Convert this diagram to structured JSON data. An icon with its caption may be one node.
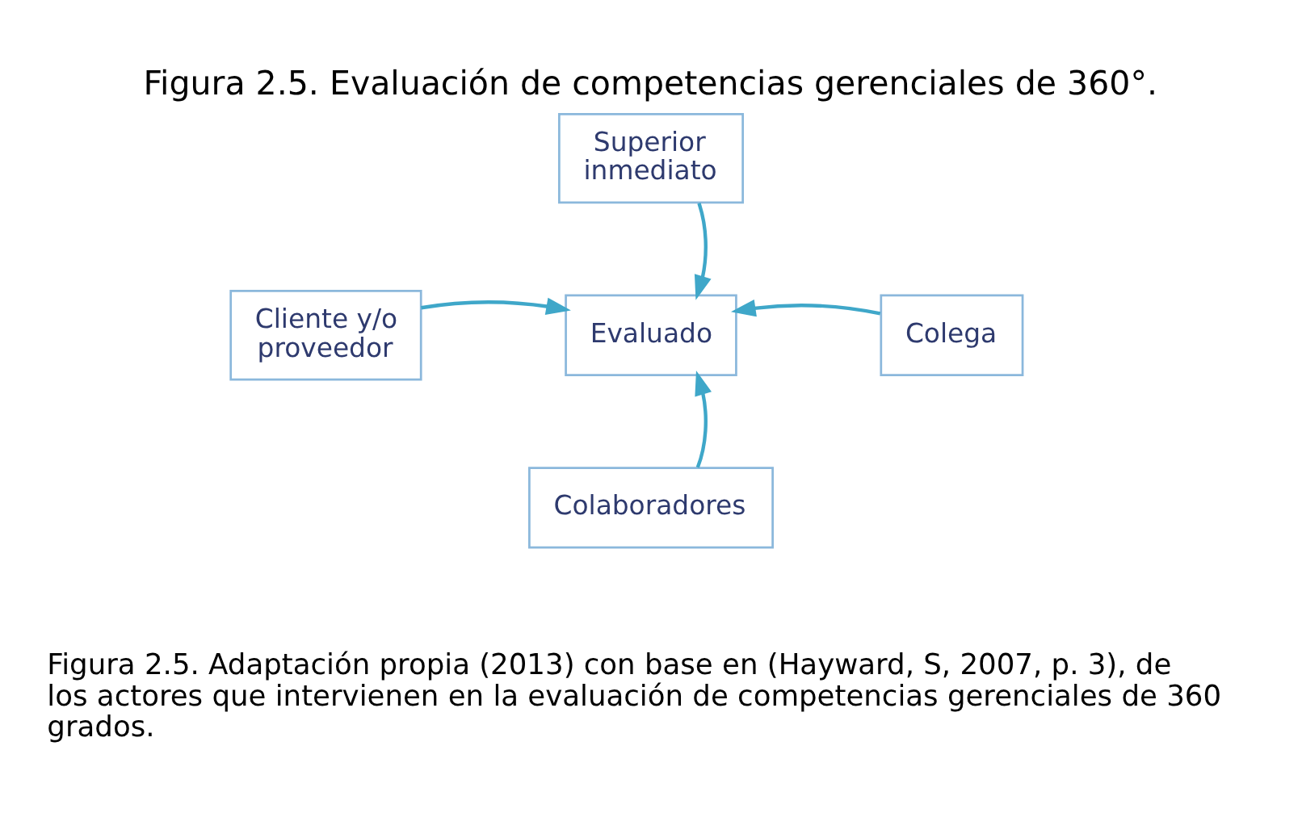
{
  "diagram": {
    "title": "Figura 2.5. Evaluación de competencias gerenciales de 360°.",
    "caption": "Figura 2.5. Adaptación propia (2013) con base en (Hayward, S, 2007, p. 3), de los actores que intervienen en la evaluación de competencias gerenciales de 360 grados.",
    "nodes": [
      {
        "text": [
          "Superior inmediato"
        ]
      },
      {
        "text": [
          "Cliente y/o proveedor"
        ]
      },
      {
        "text": [
          "Evaluado"
        ]
      },
      {
        "text": [
          "Colega"
        ]
      },
      {
        "text": [
          "Colaboradores"
        ]
      }
    ],
    "edges": [
      {
        "from": 0,
        "to": 2,
        "arrow": "to"
      },
      {
        "from": 1,
        "to": 2,
        "arrow": "to"
      },
      {
        "from": 3,
        "to": 2,
        "arrow": "to"
      },
      {
        "from": 4,
        "to": 2,
        "arrow": "to"
      }
    ]
  }
}
